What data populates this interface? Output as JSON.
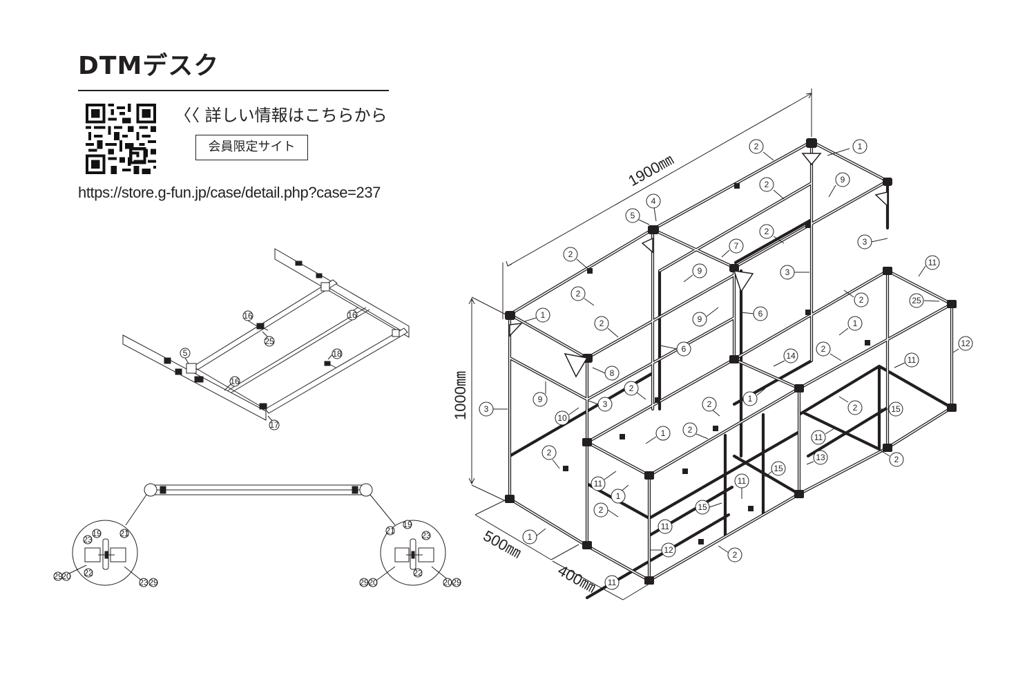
{
  "page": {
    "title": "DTMデスク",
    "info_link": "〈〈 詳しい情報はこちらから",
    "member_site_label": "会員限定サイト",
    "url": "https://store.g-fun.jp/case/detail.php?case=237"
  },
  "dimensions": {
    "length": "1900㎜",
    "height": "1000㎜",
    "depth_front": "500㎜",
    "depth_rear": "400㎜"
  },
  "part_labels": [
    "1",
    "2",
    "3",
    "4",
    "5",
    "6",
    "7",
    "8",
    "9",
    "10",
    "11",
    "12",
    "13",
    "14",
    "15",
    "16",
    "17",
    "18",
    "19",
    "20",
    "21",
    "22",
    "23",
    "25",
    "29"
  ]
}
